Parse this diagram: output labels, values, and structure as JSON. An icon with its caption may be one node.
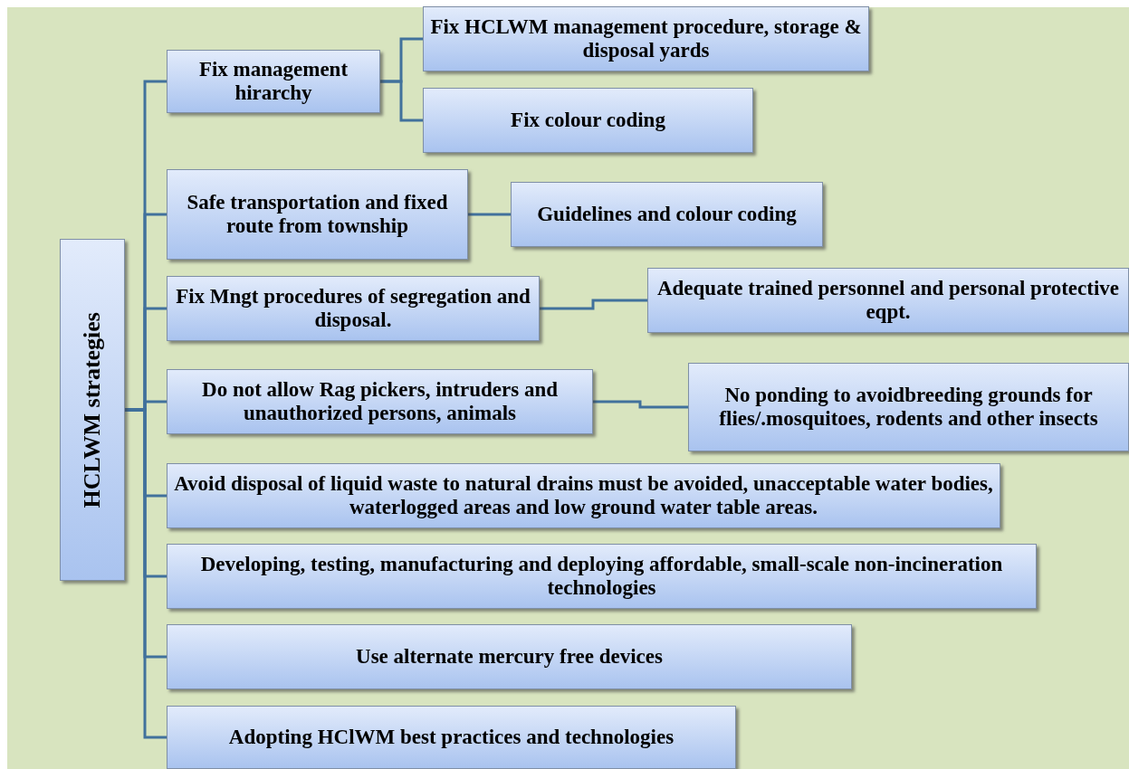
{
  "diagram": {
    "nodes": [
      {
        "text": [
          "HCLWM strategies"
        ]
      },
      {
        "text": [
          "Fix management hirarchy"
        ]
      },
      {
        "text": [
          "Fix HCLWM management procedure, storage & disposal yards"
        ]
      },
      {
        "text": [
          "Fix colour coding"
        ]
      },
      {
        "text": [
          "Safe transportation and fixed route from township"
        ]
      },
      {
        "text": [
          "Guidelines and colour coding"
        ]
      },
      {
        "text": [
          "Fix Mngt procedures of segregation and disposal."
        ]
      },
      {
        "text": [
          "Adequate trained personnel and personal protective eqpt."
        ]
      },
      {
        "text": [
          "Do not allow Rag pickers, intruders and unauthorized persons, animals"
        ]
      },
      {
        "text": [
          "No ponding to avoidbreeding grounds for flies/.mosquitoes, rodents and other insects"
        ]
      },
      {
        "text": [
          "Avoid disposal of liquid waste to natural drains must be avoided, unacceptable water bodies, waterlogged areas and low ground water table areas."
        ]
      },
      {
        "text": [
          "Developing, testing, manufacturing and deploying affordable, small-scale non-incineration technologies"
        ]
      },
      {
        "text": [
          "Use alternate mercury free devices"
        ]
      },
      {
        "text": [
          "Adopting HClWM best practices and technologies"
        ]
      }
    ],
    "edges": [
      {
        "from": 0,
        "to": 1,
        "arrow": "none"
      },
      {
        "from": 0,
        "to": 4,
        "arrow": "none"
      },
      {
        "from": 0,
        "to": 6,
        "arrow": "none"
      },
      {
        "from": 0,
        "to": 8,
        "arrow": "none"
      },
      {
        "from": 0,
        "to": 10,
        "arrow": "none"
      },
      {
        "from": 0,
        "to": 11,
        "arrow": "none"
      },
      {
        "from": 0,
        "to": 12,
        "arrow": "none"
      },
      {
        "from": 0,
        "to": 13,
        "arrow": "none"
      },
      {
        "from": 1,
        "to": 2,
        "arrow": "none"
      },
      {
        "from": 1,
        "to": 3,
        "arrow": "none"
      },
      {
        "from": 4,
        "to": 5,
        "arrow": "none"
      },
      {
        "from": 6,
        "to": 7,
        "arrow": "none"
      },
      {
        "from": 8,
        "to": 9,
        "arrow": "none"
      }
    ]
  }
}
